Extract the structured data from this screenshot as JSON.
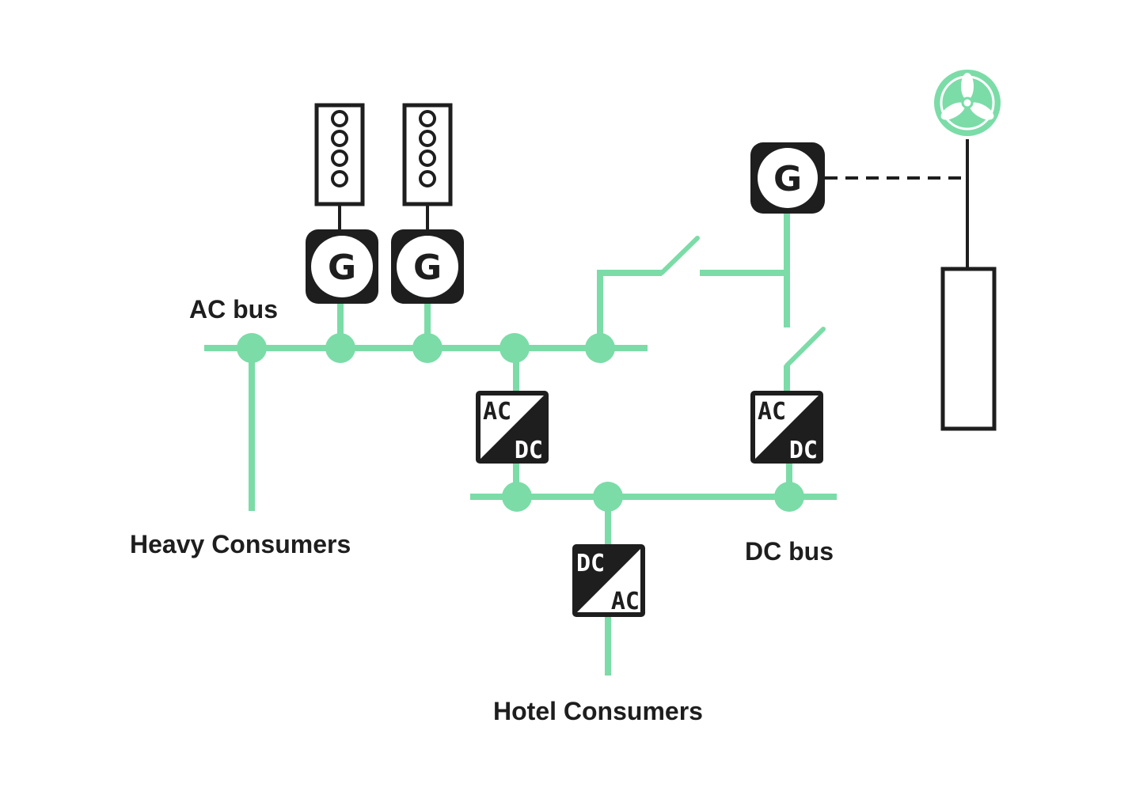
{
  "labels": {
    "ac_bus": "AC bus",
    "dc_bus": "DC bus",
    "heavy_consumers": "Heavy Consumers",
    "hotel_consumers": "Hotel Consumers"
  },
  "symbols": {
    "generator": "G",
    "converter_ac_dc": {
      "top": "AC",
      "bottom": "DC"
    },
    "converter_dc_ac": {
      "top": "DC",
      "bottom": "AC"
    }
  },
  "icons": {
    "engine": "engine-icon",
    "fan": "fan-icon",
    "battery": "battery-icon",
    "switch": "switch-icon"
  },
  "colors": {
    "bus": "#7bdca7",
    "dark": "#1e1e1e",
    "background": "#ffffff"
  }
}
